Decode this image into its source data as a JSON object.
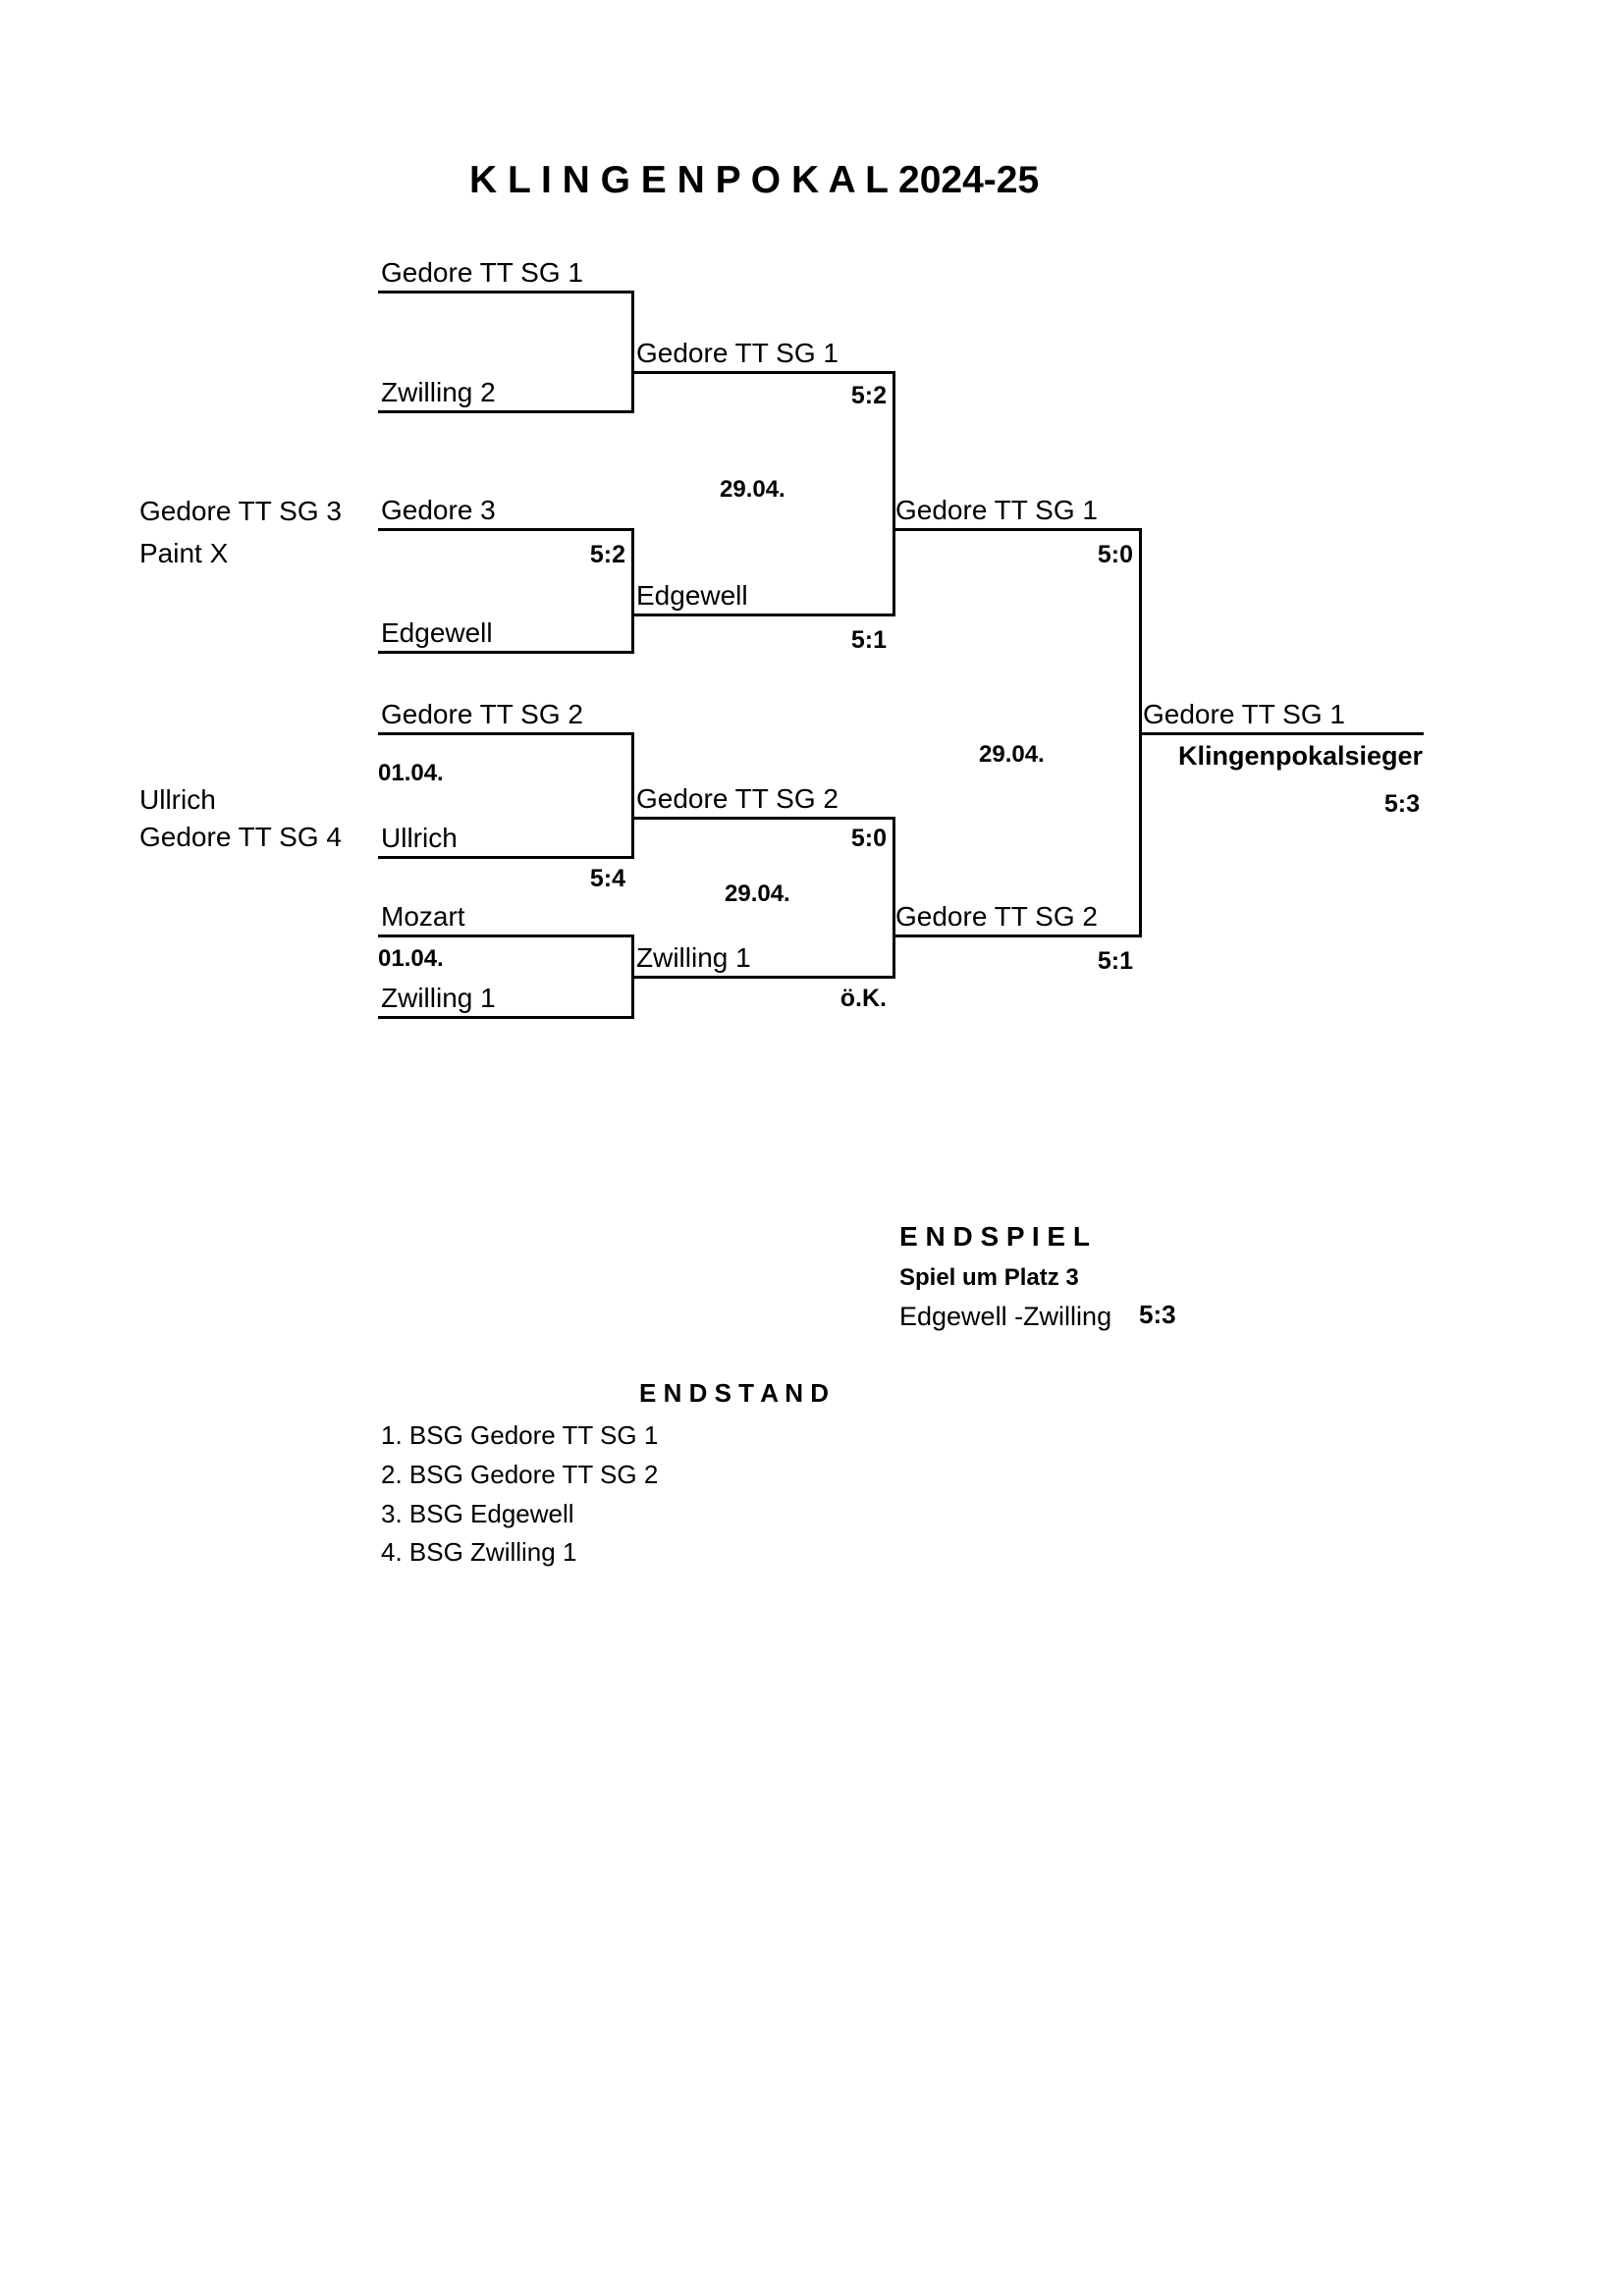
{
  "page": {
    "title": "K L I N G E N P O K A L 2024-25"
  },
  "prelim": {
    "pair1": {
      "team1": "Gedore TT SG 3",
      "team2": "Paint X"
    },
    "pair2": {
      "team1": "Ullrich",
      "team2": "Gedore TT SG 4"
    }
  },
  "round1": {
    "match1": {
      "team_top": "Gedore TT SG 1",
      "team_bottom": "Zwilling 2"
    },
    "match2": {
      "team_top": "Gedore 3",
      "team_bottom": "Edgewell",
      "score": "5:2"
    },
    "match3": {
      "team_top": "Gedore TT SG 2",
      "team_bottom": "Ullrich",
      "date": "01.04.",
      "score": "5:4"
    },
    "match4": {
      "team_top": "Mozart",
      "team_bottom": "Zwilling 1",
      "date": "01.04."
    }
  },
  "semifinal1": {
    "team_top": "Gedore TT SG 1",
    "score_top": "5:2",
    "date": "29.04.",
    "team_bottom": "Edgewell",
    "score_bottom": "5:1"
  },
  "semifinal2": {
    "team_top": "Gedore TT SG 2",
    "score_top": "5:0",
    "date": "29.04.",
    "team_bottom": "Zwilling 1",
    "score_bottom": "ö.K."
  },
  "final": {
    "team_top": "Gedore TT SG 1",
    "score_top": "5:0",
    "date": "29.04.",
    "team_bottom": "Gedore TT SG 2",
    "score_bottom": "5:1"
  },
  "winner": {
    "team": "Gedore TT SG 1",
    "title": "Klingenpokalsieger",
    "score": "5:3"
  },
  "endspiel": {
    "heading": "E N D S P I E L",
    "subheading": "Spiel um Platz 3",
    "match": "Edgewell -Zwilling",
    "score": "5:3"
  },
  "endstand": {
    "heading": "E N D S T A N D",
    "items": [
      "1. BSG Gedore TT SG 1",
      "2. BSG Gedore TT SG 2",
      "3. BSG Edgewell",
      "4. BSG Zwilling 1"
    ]
  }
}
